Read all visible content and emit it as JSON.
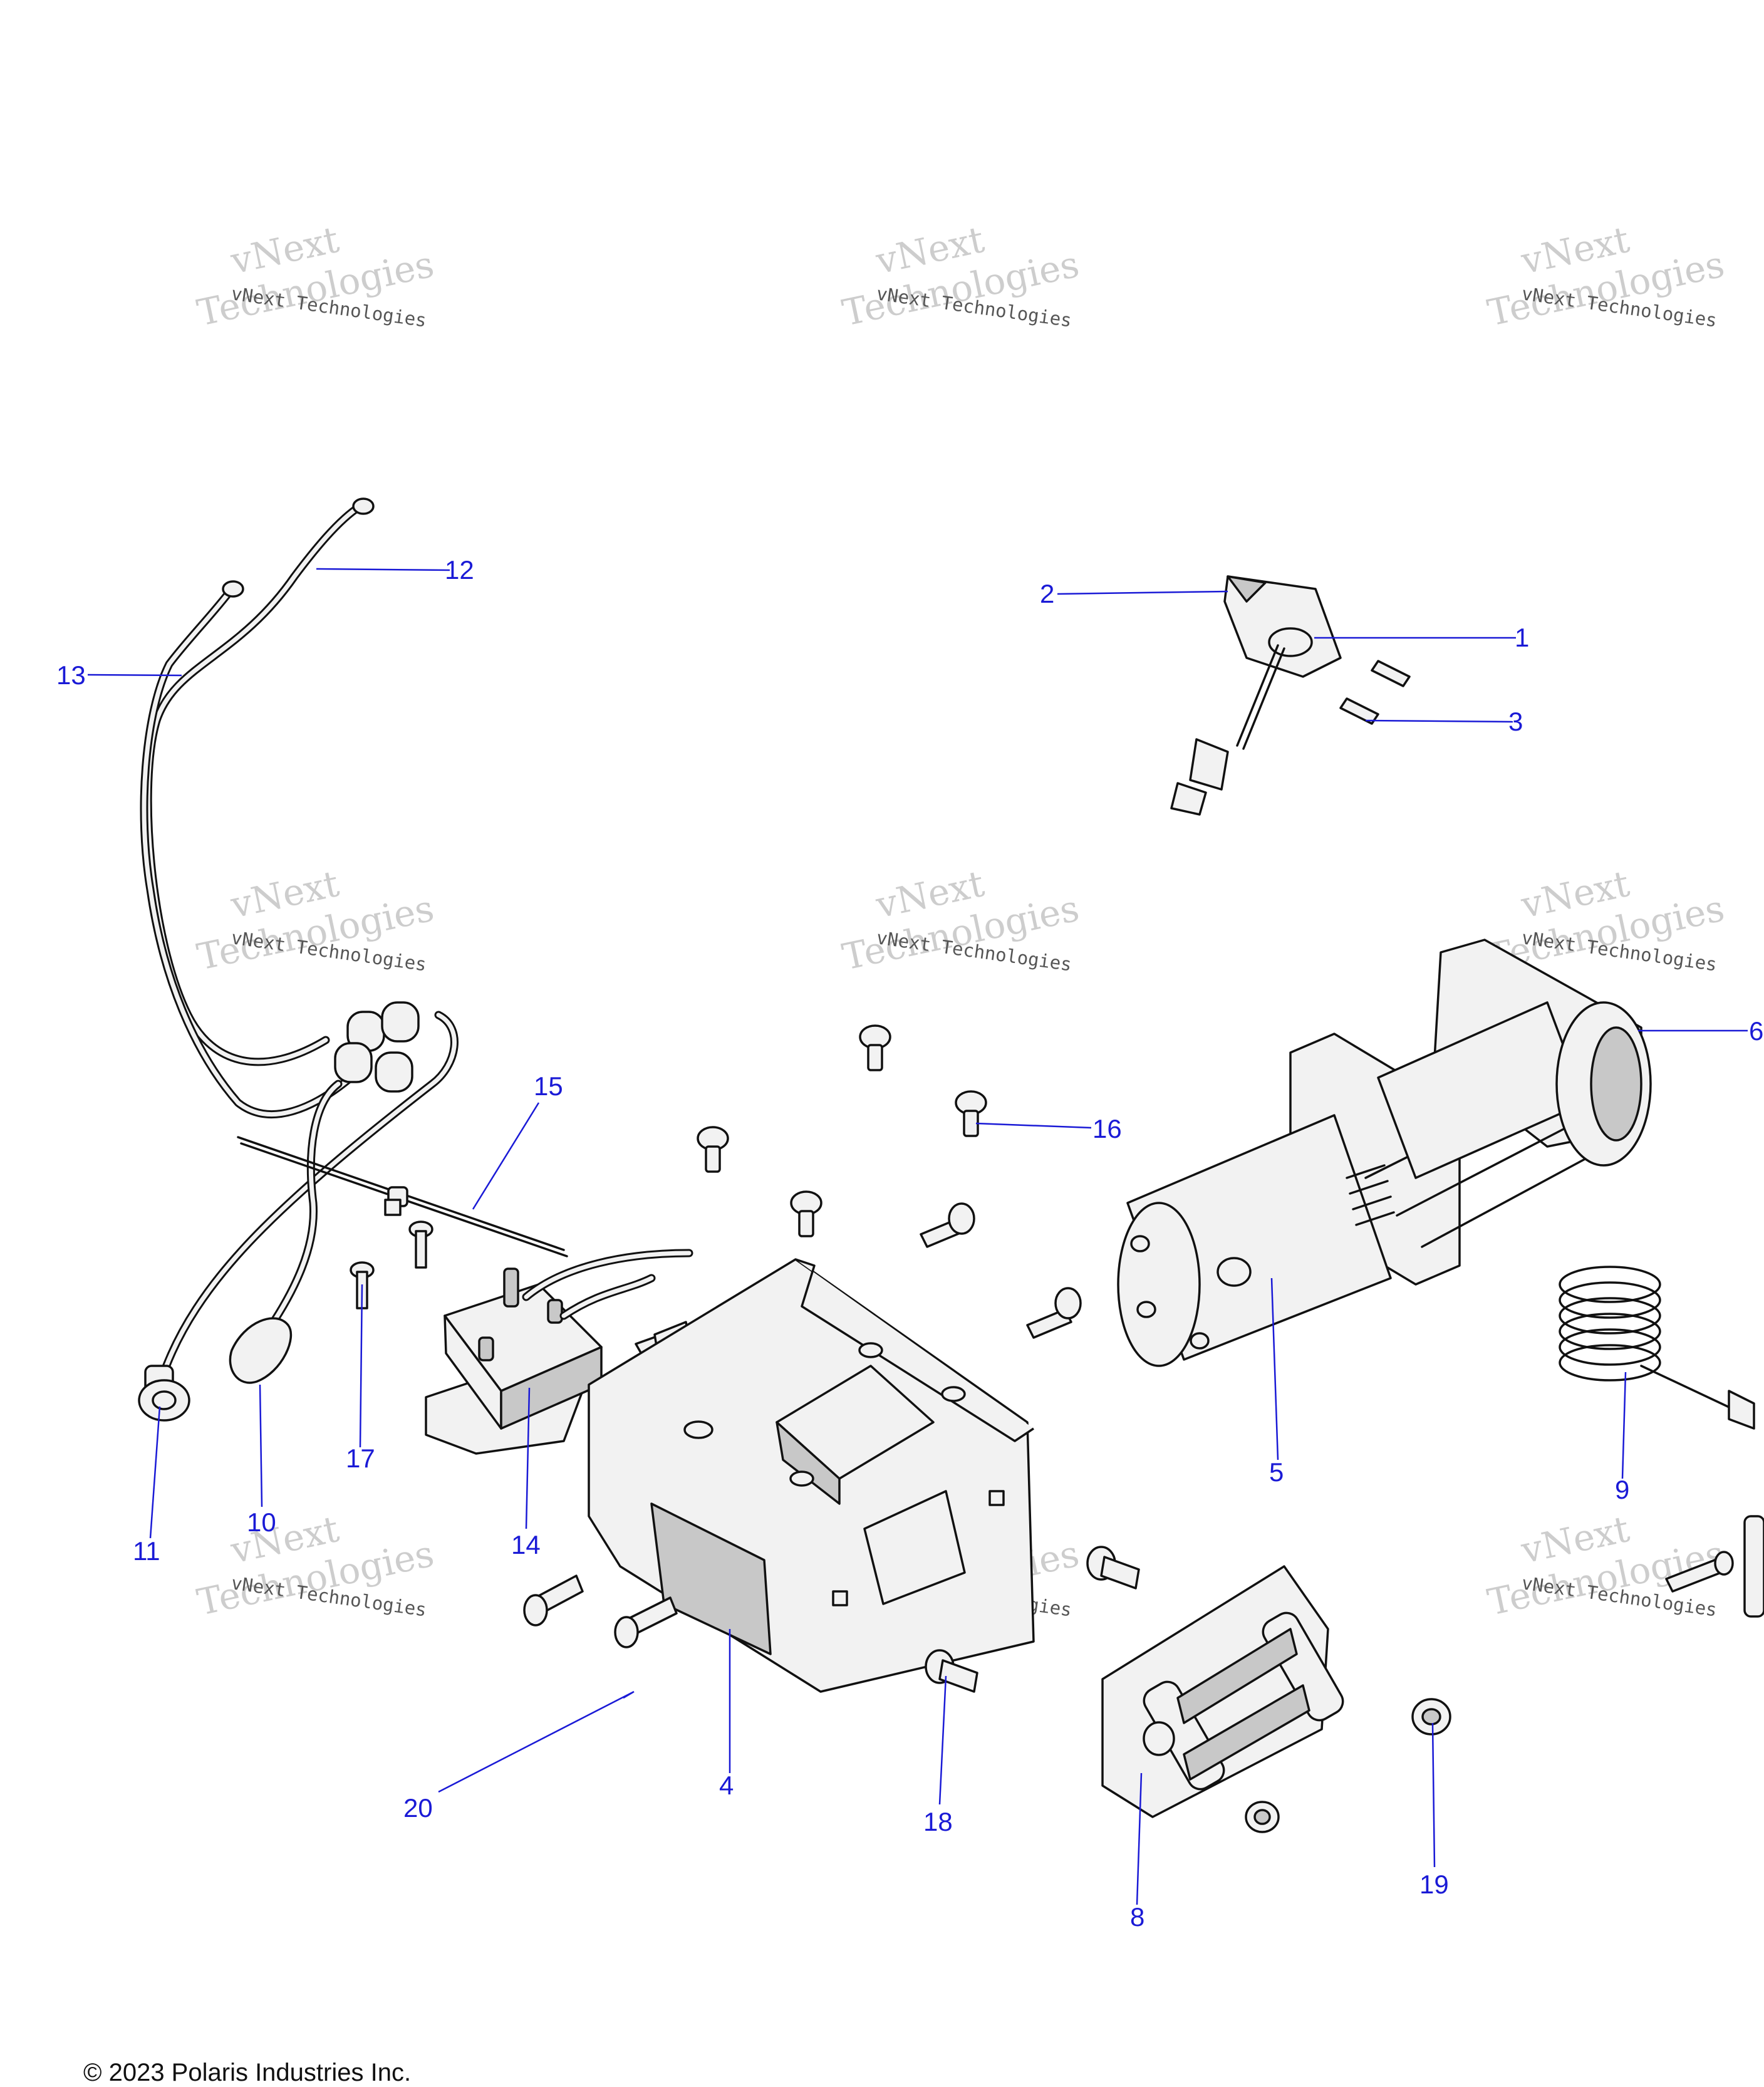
{
  "watermark": {
    "line1": "vNext",
    "line2": "Technologies",
    "small": "vNext Technologies"
  },
  "callouts": {
    "c1": "1",
    "c2": "2",
    "c3": "3",
    "c4": "4",
    "c5": "5",
    "c6": "6",
    "c8": "8",
    "c9": "9",
    "c10": "10",
    "c11": "11",
    "c12": "12",
    "c13": "13",
    "c14": "14",
    "c15": "15",
    "c16": "16",
    "c17": "17",
    "c18": "18",
    "c19": "19",
    "c20": "20"
  },
  "footer": {
    "copyright": "© 2023 Polaris Industries Inc."
  },
  "colors": {
    "callout": "#1a1ad6",
    "line_art": "#111111",
    "part_fill": "#f2f2f2",
    "watermark": "#bdbdbd"
  }
}
